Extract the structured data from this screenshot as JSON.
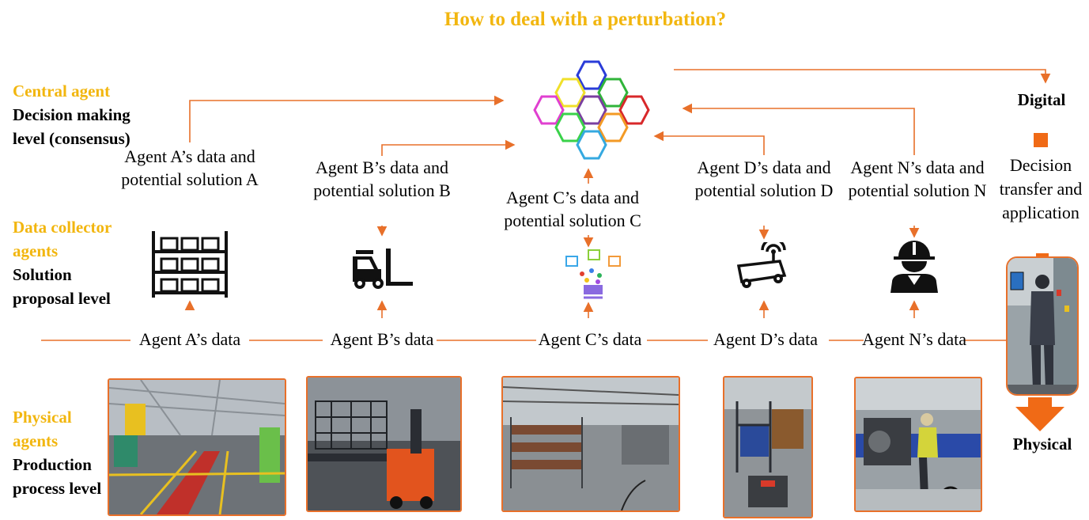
{
  "title": "How to deal with a perturbation?",
  "levels": {
    "central": {
      "role": "Central agent",
      "desc": "Decision making level (consensus)"
    },
    "collector": {
      "role": "Data collector agents",
      "desc": "Solution proposal level"
    },
    "physical": {
      "role": "Physical agents",
      "desc": "Production process level"
    }
  },
  "agents": {
    "a": {
      "solution": "Agent A’s data and potential solution A",
      "data": "Agent A’s data",
      "icon": "warehouse-shelves-icon"
    },
    "b": {
      "solution": "Agent B’s data and potential solution B",
      "data": "Agent B’s data",
      "icon": "forklift-icon"
    },
    "c": {
      "solution": "Agent C’s data and potential solution C",
      "data": "Agent C’s data",
      "icon": "data-blocks-icon"
    },
    "d": {
      "solution": "Agent D’s data and potential solution D",
      "data": "Agent D’s data",
      "icon": "agv-robot-icon"
    },
    "n": {
      "solution": "Agent N’s data and potential solution N",
      "data": "Agent N’s data",
      "icon": "worker-helmet-icon"
    }
  },
  "right": {
    "digital": "Digital",
    "transfer": "Decision transfer and application",
    "physical": "Physical"
  },
  "colors": {
    "accent": "#e8702a",
    "highlight": "#f2b60f"
  }
}
